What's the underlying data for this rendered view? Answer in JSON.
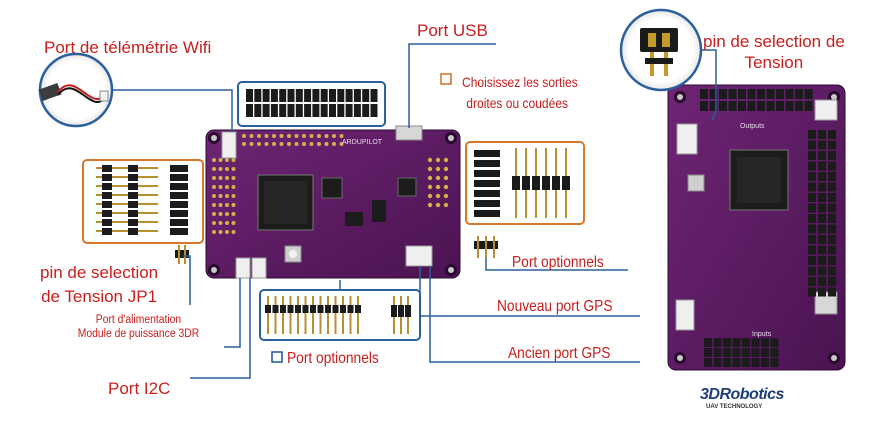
{
  "labels": {
    "wifi": "Port de télémétrie Wifi",
    "usb": "Port USB",
    "choose_line1": "Choisissez les sorties",
    "choose_line2": "droites ou coudées",
    "tension_right_line1": "pin de selection de",
    "tension_right_line2": "Tension",
    "jp1_line1": "pin de selection",
    "jp1_line2": "de Tension JP1",
    "power_line1": "Port d'alimentation",
    "power_line2": "Module de puissance 3DR",
    "optional_right": "Port optionnels",
    "new_gps": "Nouveau port GPS",
    "optional_bottom": "Port optionnels",
    "old_gps": "Ancien port GPS",
    "i2c": "Port I2C"
  },
  "board_print": {
    "outputs": "Outputs",
    "inputs": "Inputs",
    "brand": "ARDUPILOT"
  },
  "logo": {
    "name": "3DRobotics",
    "tagline": "UAV TECHNOLOGY"
  },
  "colors": {
    "label_red": "#c81e1e",
    "leader_blue": "#2b5f9e",
    "orange_box": "#d9772b",
    "board_purple": "#5e1d63",
    "pcb_dark": "#3c0f44"
  }
}
